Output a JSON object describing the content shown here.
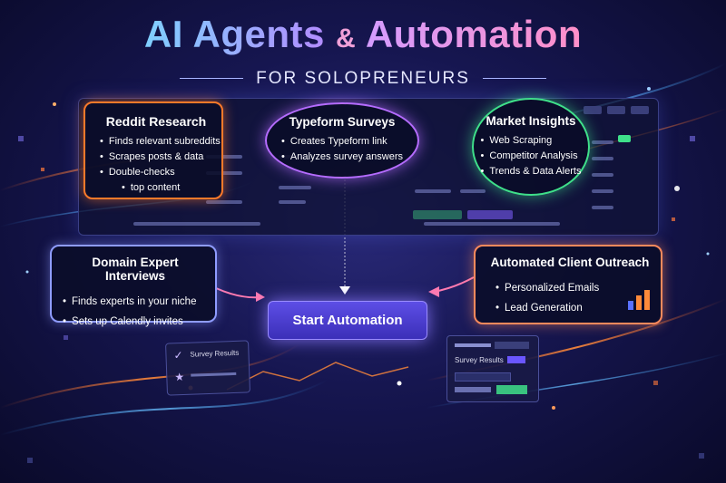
{
  "header": {
    "title_part1": "AI Agents",
    "title_amp": "&",
    "title_part2": "Automation",
    "subtitle": "FOR SOLOPRENEURS"
  },
  "cards": {
    "reddit": {
      "title": "Reddit Research",
      "items": [
        "Finds relevant subreddits",
        "Scrapes posts & data",
        "Double-checks",
        "top content"
      ],
      "color": "#ff7a2a"
    },
    "typeform": {
      "title": "Typeform Surveys",
      "items": [
        "Creates Typeform link",
        "Analyzes survey answers"
      ],
      "color": "#b56cff"
    },
    "market": {
      "title": "Market Insights",
      "items": [
        "Web Scraping",
        "Competitor Analysis",
        "Trends & Data Alerts"
      ],
      "color": "#3fe08a"
    },
    "domain": {
      "title": "Domain Expert Interviews",
      "items": [
        "Finds experts in your niche",
        "Sets up Calendly invites"
      ],
      "color": "#8f9cff"
    },
    "outreach": {
      "title": "Automated Client Outreach",
      "items": [
        "Personalized Emails",
        "Lead Generation"
      ],
      "color": "#ff8a5c"
    }
  },
  "cta": {
    "label": "Start Automation"
  },
  "floating": {
    "survey_left": "Survey Results",
    "survey_right_header": "Survey Results"
  },
  "colors": {
    "accent_purple": "#6a56ff",
    "accent_orange": "#ff7a2a",
    "accent_green": "#3fe08a",
    "background": "#161650"
  }
}
